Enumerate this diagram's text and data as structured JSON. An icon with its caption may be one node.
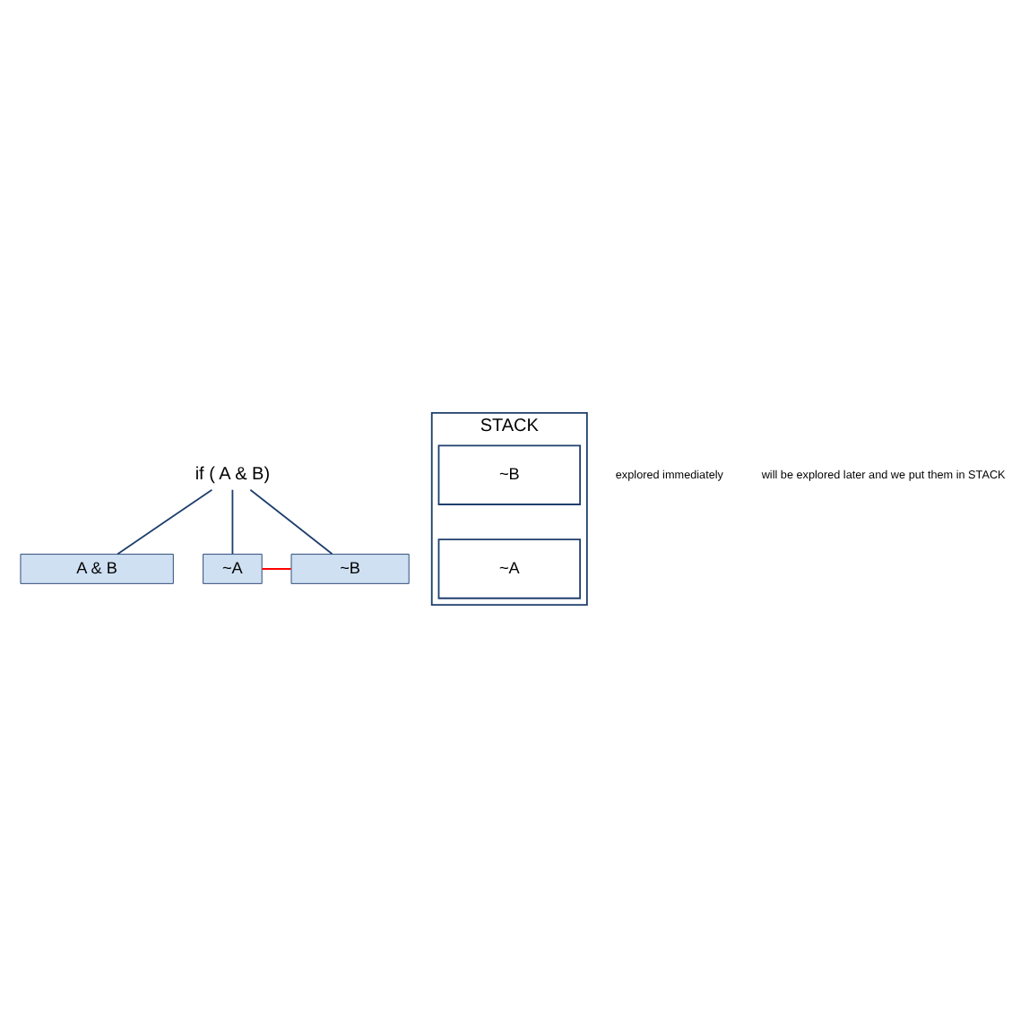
{
  "diagram": {
    "nodes": [
      {
        "text": [
          "if ( A & B)"
        ]
      },
      {
        "text": [
          "A & B"
        ]
      },
      {
        "text": [
          "~A"
        ]
      },
      {
        "text": [
          "~B"
        ]
      },
      {
        "text": [
          "STACK"
        ]
      },
      {
        "text": [
          "~B"
        ],
        "in": 4
      },
      {
        "text": [
          "~A"
        ],
        "in": 4
      }
    ],
    "edges": [
      {
        "from": 0,
        "to": 1,
        "arrow": "none"
      },
      {
        "from": 0,
        "to": 2,
        "arrow": "none"
      },
      {
        "from": 0,
        "to": 3,
        "arrow": "none"
      },
      {
        "from": 2,
        "to": 3,
        "arrow": "none",
        "color": "#ff0000"
      }
    ],
    "labels": [
      "explored immediately",
      "will be explored later and we put them in STACK"
    ]
  }
}
